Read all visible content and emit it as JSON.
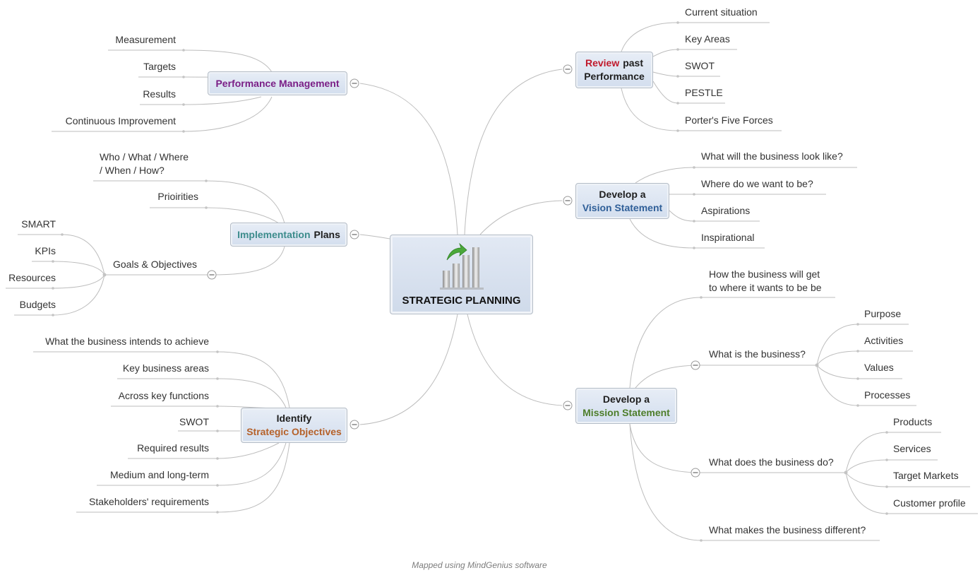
{
  "colors": {
    "line": "#b9b9b9",
    "node_fill": "#dbe4f0",
    "purple": "#7a1f86",
    "teal": "#3c8c8c",
    "orange": "#b5612a",
    "red": "#c0192b",
    "blue": "#2f5f98",
    "green": "#4d7d2a"
  },
  "center": {
    "title": "STRATEGIC PLANNING",
    "icon": "bar-chart-growth-icon"
  },
  "performance": {
    "title": "Performance Management",
    "items": [
      "Measurement",
      "Targets",
      "Results",
      "Continuous Improvement"
    ]
  },
  "implementation": {
    "title_a": "Implementation",
    "title_b": "Plans",
    "who_line1": "Who / What / Where",
    "who_line2": "/ When / How?",
    "priorities": "Prioirities",
    "goals": "Goals & Objectives",
    "goal_items": [
      "SMART",
      "KPIs",
      "Resources",
      "Budgets"
    ]
  },
  "identify": {
    "title_a": "Identify",
    "title_b": "Strategic Objectives",
    "items": [
      "What the business intends to achieve",
      "Key business areas",
      "Across key functions",
      "SWOT",
      "Required results",
      "Medium and long-term",
      "Stakeholders' requirements"
    ]
  },
  "review": {
    "title_a": "Review",
    "title_b": "past",
    "title_c": "Performance",
    "items": [
      "Current situation",
      "Key Areas",
      "SWOT",
      "PESTLE",
      "Porter's Five Forces"
    ]
  },
  "vision": {
    "title_a": "Develop a",
    "title_b": "Vision Statement",
    "items": [
      "What will the business look like?",
      "Where do we want to be?",
      "Aspirations",
      "Inspirational"
    ]
  },
  "mission": {
    "title_a": "Develop a",
    "title_b": "Mission Statement",
    "how_line1": "How the business will get",
    "how_line2": "to where it wants to be be",
    "what_is": "What is the business?",
    "what_is_items": [
      "Purpose",
      "Activities",
      "Values",
      "Processes"
    ],
    "what_does": "What does the business do?",
    "what_does_items": [
      "Products",
      "Services",
      "Target Markets",
      "Customer profile"
    ],
    "different": "What makes the business different?"
  },
  "footer": "Mapped using MindGenius software"
}
